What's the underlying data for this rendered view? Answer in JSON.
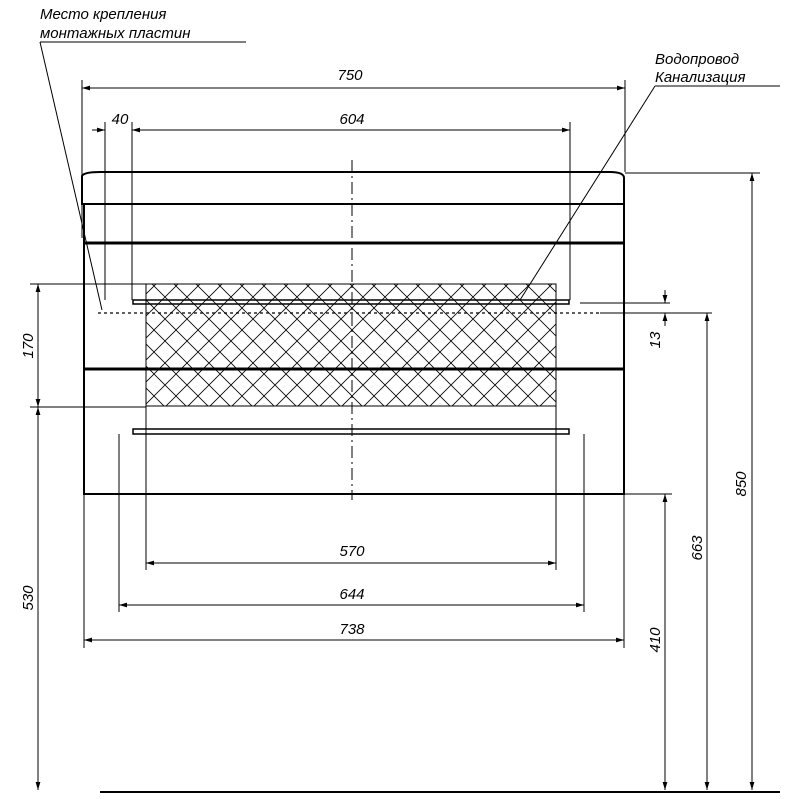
{
  "labels": {
    "mounting_line1": "Место крепления",
    "mounting_line2": "монтажных пластин",
    "water_line1": "Водопровод",
    "water_line2": "Канализация"
  },
  "dimensions": {
    "total_width": "750",
    "offset": "40",
    "inner_width": "604",
    "total_height": "850",
    "mounting_height": "170",
    "pipe_offset": "13",
    "pipe_height": "663",
    "mounting_floor": "530",
    "cabinet_floor": "410",
    "w570": "570",
    "w644": "644",
    "w738": "738"
  }
}
